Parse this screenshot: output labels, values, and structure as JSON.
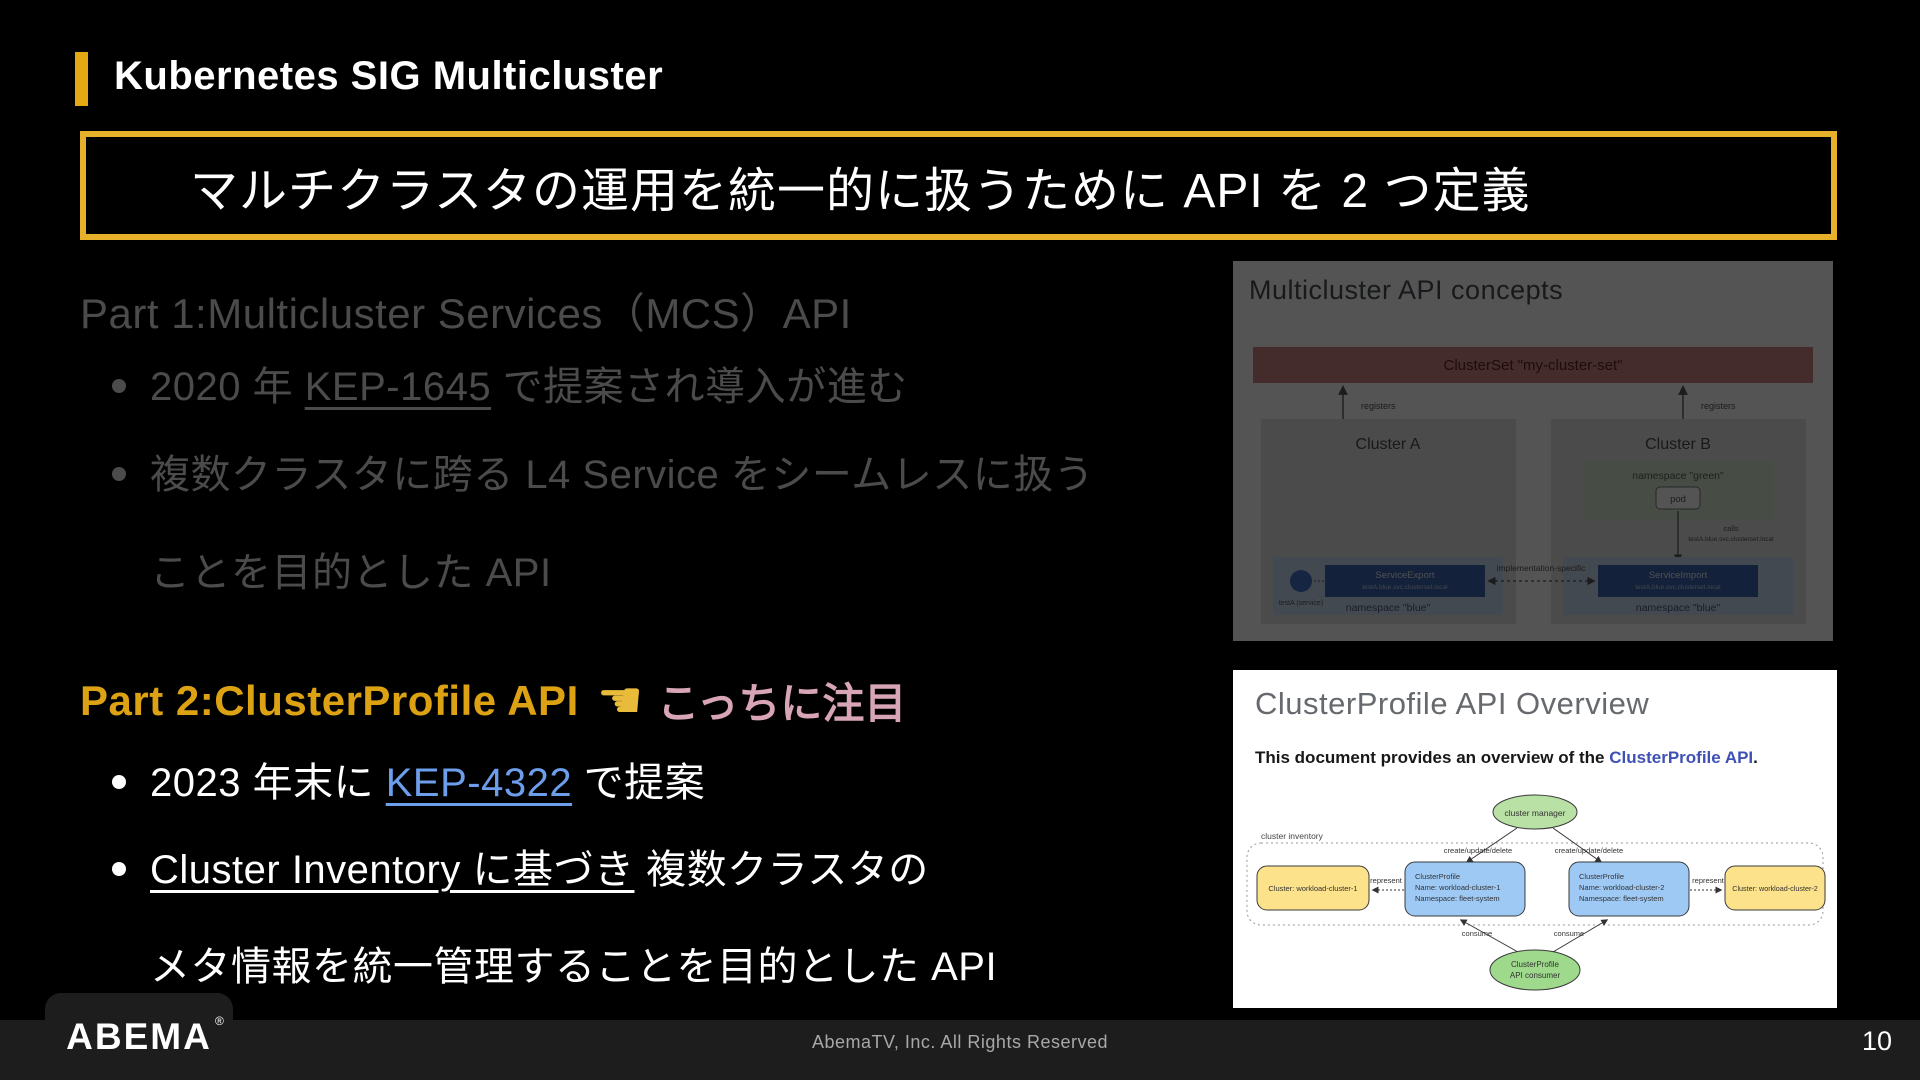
{
  "slide": {
    "title": "Kubernetes SIG Multicluster",
    "headline": "マルチクラスタの運用を統一的に扱うために API を 2 つ定義",
    "page_number": "10",
    "copyright": "AbemaTV, Inc. All Rights Reserved",
    "logo": "ABEMA",
    "logo_mark": "®"
  },
  "part1": {
    "heading": "Part 1:Multicluster Services（MCS）API",
    "bullet1": {
      "pre": "2020 年 ",
      "link": "KEP-1645",
      "post": " で提案され導入が進む"
    },
    "bullet2_line1": "複数クラスタに跨る L4 Service をシームレスに扱う",
    "bullet2_line2": "ことを目的とした API"
  },
  "part2": {
    "heading": "Part 2:ClusterProfile API",
    "pointer_glyph": "☚",
    "callout": "こっちに注目",
    "bullet1": {
      "pre": "2023 年末に ",
      "link": "KEP-4322",
      "post": " で提案"
    },
    "bullet2": {
      "underlined": "Cluster Inventory に基づき",
      "rest": " 複数クラスタの"
    },
    "bullet2_line2": "メタ情報を統一管理することを目的とした API"
  },
  "image1": {
    "title": "Multicluster API concepts",
    "clusterset": "ClusterSet \"my-cluster-set\"",
    "registers": "registers",
    "cluster_a": "Cluster A",
    "cluster_b": "Cluster B",
    "ns_green": "namespace \"green\"",
    "pod": "pod",
    "calls_line1": "calls",
    "calls_line2": "testA.blue.svc.clusterset.local",
    "service_export": "ServiceExport",
    "service_export_sub": "testA.blue.svc.clusterset.local",
    "service_import": "ServiceImport",
    "service_import_sub": "testA.blue.svc.clusterset.local",
    "testa_service": "testA (service)",
    "ns_blue": "namespace \"blue\"",
    "impl_specific": "implementation-specific"
  },
  "image2": {
    "title": "ClusterProfile API Overview",
    "intro_pre": "This document provides an overview of the ",
    "intro_link": "ClusterProfile API",
    "intro_post": ".",
    "cluster_manager": "cluster manager",
    "inventory_label": "cluster inventory",
    "cud": "create/update/delete",
    "cluster1": "Cluster: workload-cluster-1",
    "cluster2": "Cluster: workload-cluster-2",
    "profile_title": "ClusterProfile",
    "profile1_name": "Name: workload-cluster-1",
    "profile2_name": "Name: workload-cluster-2",
    "profile_ns": "Namespace: fleet-system",
    "represent": "represent",
    "consume": "consume",
    "consumer_line1": "ClusterProfile",
    "consumer_line2": "API consumer"
  },
  "colors": {
    "accent_gold": "#E4A912",
    "border_gold": "#E7B02A",
    "part2_gold": "#DCA213",
    "callout_pink": "#D8A5B6",
    "link_blue": "#6D9EEB",
    "dimmed_text": "#4B4B4B",
    "footer_bg": "#1D1D1D"
  }
}
